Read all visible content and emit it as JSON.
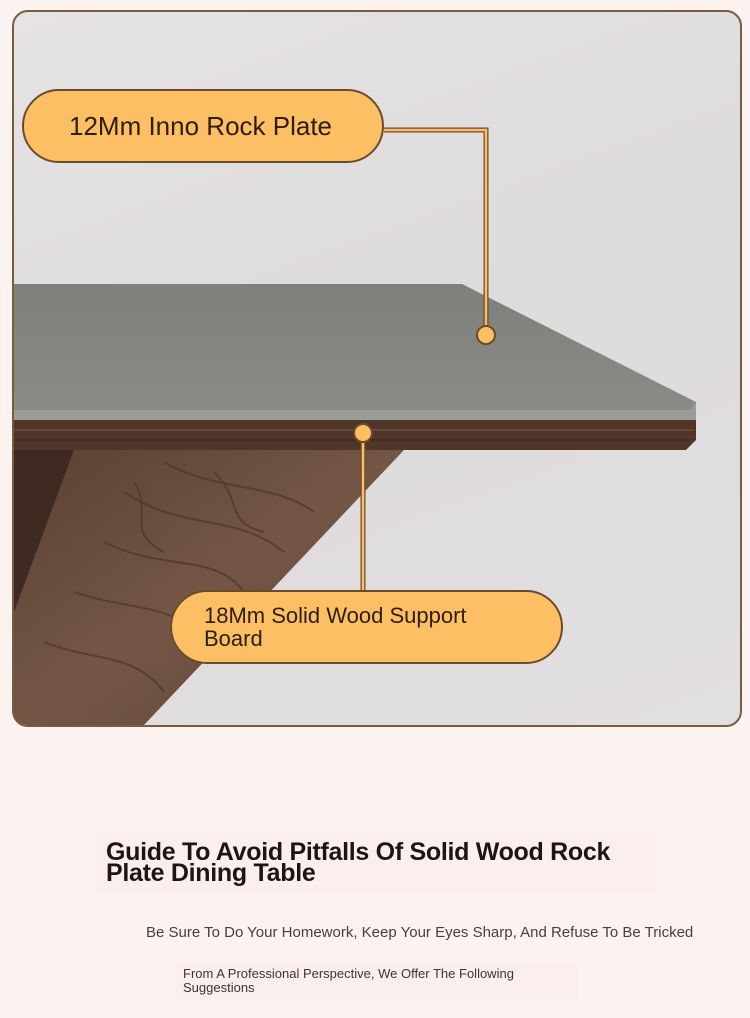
{
  "callouts": {
    "rock_plate": "12Mm Inno Rock Plate",
    "wood_board": "18Mm Solid Wood Support Board"
  },
  "guide": {
    "title": "Guide To Avoid Pitfalls Of Solid Wood Rock Plate Dining Table",
    "subtitle": "Be Sure To Do Your Homework, Keep Your Eyes Sharp, And Refuse To Be Tricked",
    "perspective": "From A Professional Perspective, We Offer The Following Suggestions"
  },
  "colors": {
    "callout_fill": "#fdbf64",
    "callout_border": "#6b4a2d",
    "page_background": "#fcf3f0"
  }
}
